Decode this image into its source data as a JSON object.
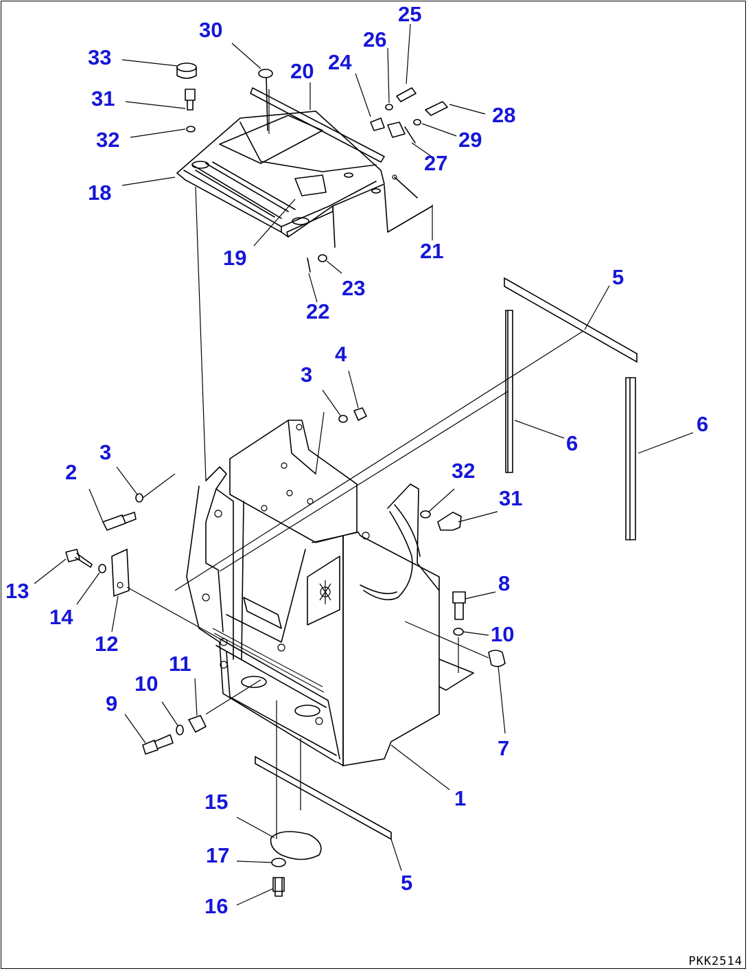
{
  "diagram": {
    "drawing_code": "PKK2514",
    "callouts": [
      {
        "id": "c33",
        "label": "33"
      },
      {
        "id": "c30",
        "label": "30"
      },
      {
        "id": "c20",
        "label": "20"
      },
      {
        "id": "c24",
        "label": "24"
      },
      {
        "id": "c26",
        "label": "26"
      },
      {
        "id": "c25",
        "label": "25"
      },
      {
        "id": "c31a",
        "label": "31"
      },
      {
        "id": "c28",
        "label": "28"
      },
      {
        "id": "c32a",
        "label": "32"
      },
      {
        "id": "c29",
        "label": "29"
      },
      {
        "id": "c27",
        "label": "27"
      },
      {
        "id": "c18",
        "label": "18"
      },
      {
        "id": "c19",
        "label": "19"
      },
      {
        "id": "c21",
        "label": "21"
      },
      {
        "id": "c23",
        "label": "23"
      },
      {
        "id": "c22",
        "label": "22"
      },
      {
        "id": "c5a",
        "label": "5"
      },
      {
        "id": "c4",
        "label": "4"
      },
      {
        "id": "c3a",
        "label": "3"
      },
      {
        "id": "c6a",
        "label": "6"
      },
      {
        "id": "c6b",
        "label": "6"
      },
      {
        "id": "c3b",
        "label": "3"
      },
      {
        "id": "c2",
        "label": "2"
      },
      {
        "id": "c32b",
        "label": "32"
      },
      {
        "id": "c31b",
        "label": "31"
      },
      {
        "id": "c13",
        "label": "13"
      },
      {
        "id": "c14",
        "label": "14"
      },
      {
        "id": "c12",
        "label": "12"
      },
      {
        "id": "c8",
        "label": "8"
      },
      {
        "id": "c10a",
        "label": "10"
      },
      {
        "id": "c11",
        "label": "11"
      },
      {
        "id": "c10b",
        "label": "10"
      },
      {
        "id": "c9",
        "label": "9"
      },
      {
        "id": "c7",
        "label": "7"
      },
      {
        "id": "c1",
        "label": "1"
      },
      {
        "id": "c15",
        "label": "15"
      },
      {
        "id": "c17",
        "label": "17"
      },
      {
        "id": "c16",
        "label": "16"
      },
      {
        "id": "c5b",
        "label": "5"
      }
    ]
  }
}
